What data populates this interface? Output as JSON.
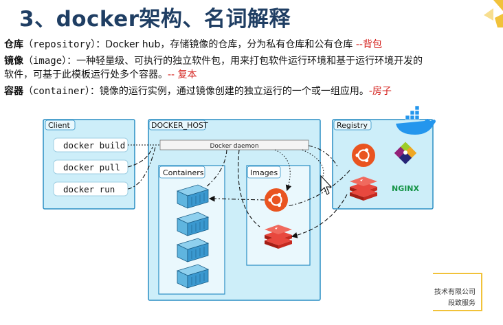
{
  "title": "3、docker架构、名词解释",
  "definitions": [
    {
      "term": "仓库",
      "term_en": "（repository）",
      "sep": "：",
      "desc": "Docker hub，存储镜像的仓库，分为私有仓库和公有仓库",
      "note": "--背包"
    },
    {
      "term": "镜像",
      "term_en": "（image）",
      "sep": "：",
      "desc": "一种轻量级、可执行的独立软件包，用来打包软件运行环境和基于运行环境开发的",
      "desc2": "软件，可基于此模板运行处多个容器。",
      "note": "-- 复本"
    },
    {
      "term": "容器",
      "term_en": "（container）",
      "sep": "：",
      "desc": "镜像的运行实例，通过镜像创建的独立运行的一个或一组应用。",
      "note": "-房子"
    }
  ],
  "diagram": {
    "client": {
      "label": "Client",
      "commands": [
        "docker build",
        "docker pull",
        "docker run"
      ]
    },
    "host": {
      "label": "DOCKER_HOST",
      "daemon": "Docker daemon",
      "containers_label": "Containers",
      "images_label": "Images"
    },
    "registry": {
      "label": "Registry",
      "nginx": "NGINX"
    }
  },
  "footer": {
    "line1": "技术有限公司",
    "line2": "段致服务"
  },
  "colors": {
    "panel": "#cfeef8",
    "panel_border": "#2a8ec4",
    "inner": "#eaf8fd",
    "ubuntu": "#e95420",
    "redis": "#d82c20",
    "docker": "#2496ed",
    "accent": "#f1c23a"
  }
}
